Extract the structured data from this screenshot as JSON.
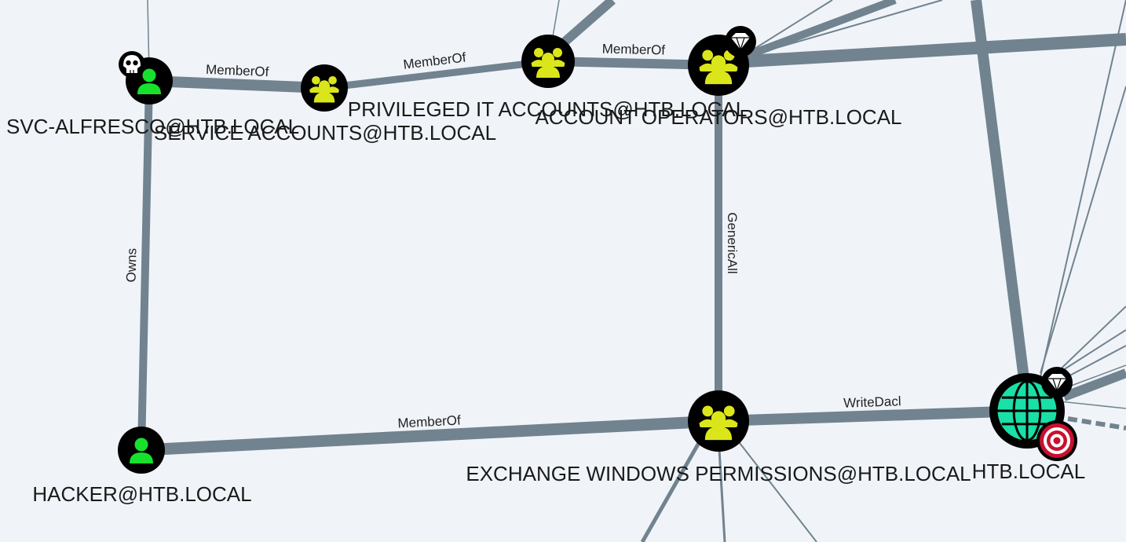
{
  "graph": {
    "nodes": [
      {
        "id": "svc_alfresco",
        "label": "SVC-ALFRESCO@HTB.LOCAL",
        "type": "user",
        "owned": true,
        "high_value": false,
        "target": false
      },
      {
        "id": "service_accounts",
        "label": "SERVICE ACCOUNTS@HTB.LOCAL",
        "type": "group",
        "owned": false,
        "high_value": false,
        "target": false
      },
      {
        "id": "privileged_it",
        "label": "PRIVILEGED IT ACCOUNTS@HTB.LOCAL",
        "type": "group",
        "owned": false,
        "high_value": false,
        "target": false
      },
      {
        "id": "account_operators",
        "label": "ACCOUNT OPERATORS@HTB.LOCAL",
        "type": "group",
        "owned": false,
        "high_value": true,
        "target": false
      },
      {
        "id": "hacker",
        "label": "HACKER@HTB.LOCAL",
        "type": "user",
        "owned": false,
        "high_value": false,
        "target": false
      },
      {
        "id": "exchange_windows_permissions",
        "label": "EXCHANGE WINDOWS PERMISSIONS@HTB.LOCAL",
        "type": "group",
        "owned": false,
        "high_value": false,
        "target": false
      },
      {
        "id": "htb_local",
        "label": "HTB.LOCAL",
        "type": "domain",
        "owned": false,
        "high_value": true,
        "target": true
      }
    ],
    "edges": [
      {
        "from": "svc_alfresco",
        "to": "service_accounts",
        "label": "MemberOf"
      },
      {
        "from": "service_accounts",
        "to": "privileged_it",
        "label": "MemberOf"
      },
      {
        "from": "privileged_it",
        "to": "account_operators",
        "label": "MemberOf"
      },
      {
        "from": "svc_alfresco",
        "to": "hacker",
        "label": "Owns"
      },
      {
        "from": "account_operators",
        "to": "exchange_windows_permissions",
        "label": "GenericAll"
      },
      {
        "from": "hacker",
        "to": "exchange_windows_permissions",
        "label": "MemberOf"
      },
      {
        "from": "exchange_windows_permissions",
        "to": "htb_local",
        "label": "WriteDacl"
      }
    ]
  },
  "colors": {
    "background": "#f0f4f9",
    "edge": "#71838f",
    "node_fill": "#000000",
    "user_icon": "#17e12c",
    "group_icon": "#dbe61a",
    "domain_icon": "#19e0a7",
    "target_badge": "#c8102e"
  },
  "icons": {
    "user": "user-icon",
    "group": "group-icon",
    "domain": "globe-icon",
    "owned_badge": "skull-icon",
    "high_value_badge": "diamond-icon",
    "target_badge": "target-icon"
  }
}
